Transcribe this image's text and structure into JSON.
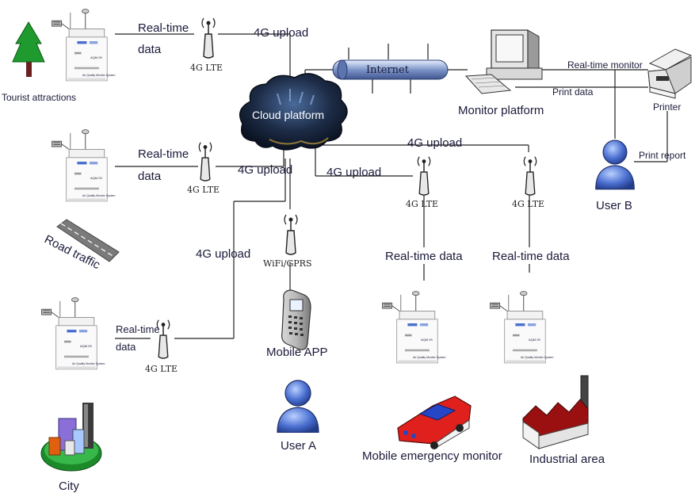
{
  "labels": {
    "tourist_attractions": "Tourist attractions",
    "road_traffic": "Road traffic",
    "city": "City",
    "realtime_data_line1": "Real-time",
    "realtime_data_line2": "data",
    "realtime_data": "Real-time data",
    "lte": "4G LTE",
    "upload": "4G upload",
    "wifi_gprs": "WiFi/GPRS",
    "cloud_platform": "Cloud platform",
    "internet": "Internet",
    "monitor_platform": "Monitor platform",
    "realtime_monitor": "Real-time monitor",
    "print_data": "Print data",
    "printer": "Printer",
    "print_report": "Print report",
    "user_b": "User B",
    "user_a": "User A",
    "mobile_app": "Mobile APP",
    "mobile_emergency_monitor": "Mobile emergency monitor",
    "industrial_area": "Industrial area",
    "device_model": "AQM 09",
    "device_caption": "Air Quality Monitor System"
  },
  "colors": {
    "accent_blue": "#4a6fd0",
    "cloud_dark": "#1b2a44",
    "tree_green": "#1f9a2e",
    "vehicle_red": "#e0201c",
    "factory_red": "#9a1010"
  },
  "icons": [
    "tree-icon",
    "road-icon",
    "city-icon",
    "monitor-station-icon",
    "antenna-icon",
    "cloud-icon",
    "internet-pipe-icon",
    "computer-icon",
    "printer-icon",
    "user-icon",
    "mobile-phone-icon",
    "vehicle-icon",
    "factory-icon"
  ]
}
